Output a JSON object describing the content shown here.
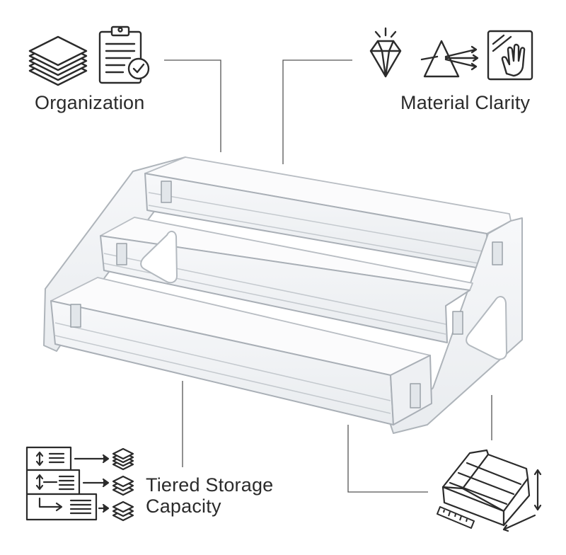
{
  "features": {
    "organization": {
      "label": "Organization",
      "icons": [
        "stacked-papers-icon",
        "clipboard-check-icon"
      ]
    },
    "material_clarity": {
      "label": "Material Clarity",
      "icons": [
        "diamond-icon",
        "prism-icon",
        "clean-glass-hand-icon"
      ]
    },
    "tiered_storage": {
      "label_line1": "Tiered Storage",
      "label_line2": "Capacity",
      "icons": [
        "tier-drawers-icon",
        "stack-layers-icon"
      ]
    },
    "dimensions": {
      "icons": [
        "tiered-organizer-dimensions-icon",
        "ruler-icon"
      ]
    }
  },
  "product": {
    "name": "three-tier-acrylic-organizer"
  },
  "colors": {
    "text": "#2b2b2b",
    "line": "#4a4a4a",
    "acrylic_edge": "#b9bec4",
    "acrylic_fill": "#f3f5f7"
  }
}
